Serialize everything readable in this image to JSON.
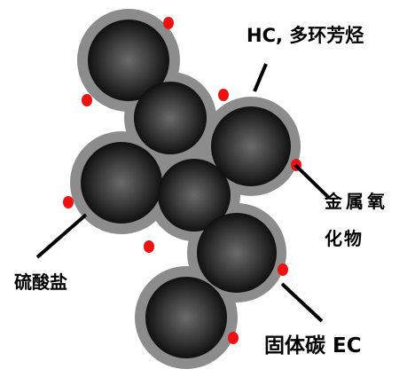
{
  "labels": {
    "hc": "HC, 多环芳烃",
    "metal_oxide_line1": "金属氧",
    "metal_oxide_line2": "化物",
    "sulfate": "硫酸盐",
    "solid_carbon": "固体碳 EC"
  },
  "colors": {
    "halo": "#8c8c8c",
    "core_edge": "#101010",
    "core_center": "#6a6a6a",
    "dot": "#ee1111",
    "line": "#000000",
    "text": "#000000"
  }
}
